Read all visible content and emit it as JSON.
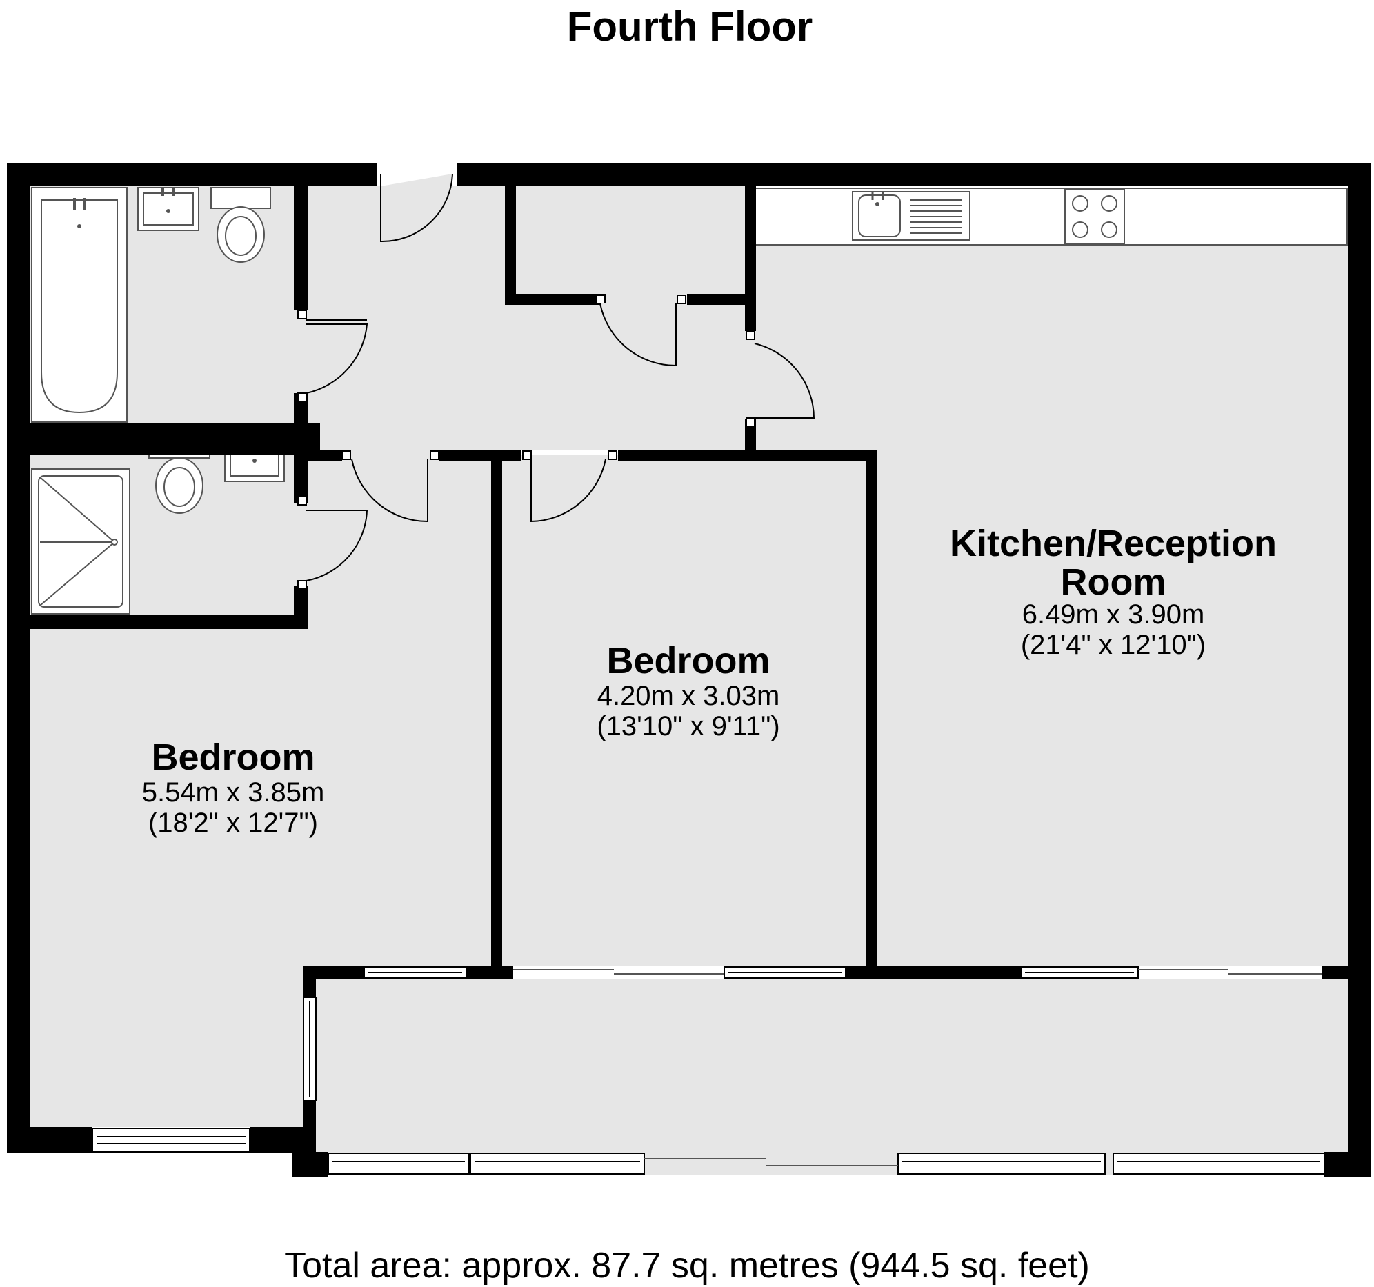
{
  "floor": {
    "title": "Fourth Floor"
  },
  "rooms": {
    "bedroom_left": {
      "name": "Bedroom",
      "metric": "5.54m x 3.85m",
      "imperial": "(18'2\" x 12'7\")"
    },
    "bedroom_middle": {
      "name": "Bedroom",
      "metric": "4.20m x 3.03m",
      "imperial": "(13'10\" x 9'11\")"
    },
    "kitchen_reception": {
      "name_line1": "Kitchen/Reception",
      "name_line2": "Room",
      "metric": "6.49m x 3.90m",
      "imperial": "(21'4\" x 12'10\")"
    }
  },
  "footer": {
    "total_area": "Total area: approx. 87.7 sq. metres (944.5 sq. feet)"
  },
  "colors": {
    "wall": "#000000",
    "floor": "#e6e6e6",
    "background": "#ffffff"
  }
}
